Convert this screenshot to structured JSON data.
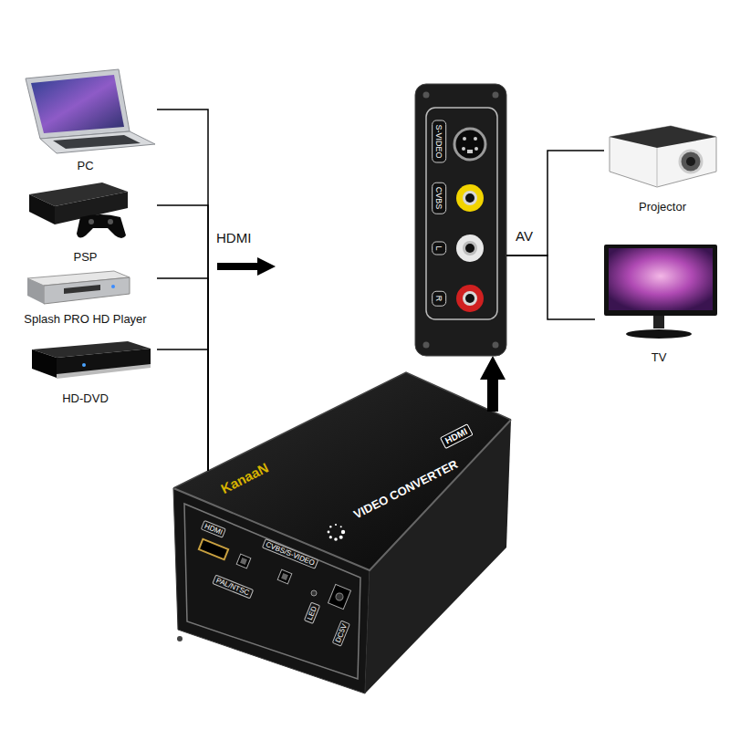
{
  "diagram": {
    "nodes": [
      {
        "text": [
          "PC"
        ]
      },
      {
        "text": [
          "PSP"
        ]
      },
      {
        "text": [
          "Splash PRO HD Player"
        ]
      },
      {
        "text": [
          "HD-DVD"
        ]
      },
      {
        "text": [
          "S-VIDEO",
          "CVBS",
          "L",
          "R"
        ]
      },
      {
        "text": [
          "Projector"
        ]
      },
      {
        "text": [
          "TV"
        ]
      },
      {
        "text": [
          "KanaaN",
          "HDMI",
          "VIDEO CONVERTER",
          "HDMI",
          "PAL/NTSC",
          "CVBS/S-VIDEO",
          "LED",
          "DC5V"
        ]
      }
    ],
    "edges": [
      {
        "from": 0,
        "to": 7,
        "arrow": "none"
      },
      {
        "from": 1,
        "to": 7,
        "arrow": "none"
      },
      {
        "from": 2,
        "to": 7,
        "arrow": "none"
      },
      {
        "from": 3,
        "to": 7,
        "arrow": "none"
      },
      {
        "from": 7,
        "to": 4,
        "arrow": "to"
      },
      {
        "from": 4,
        "to": 5,
        "arrow": "none"
      },
      {
        "from": 4,
        "to": 6,
        "arrow": "none"
      }
    ],
    "labels": [
      "HDMI",
      "AV"
    ]
  }
}
